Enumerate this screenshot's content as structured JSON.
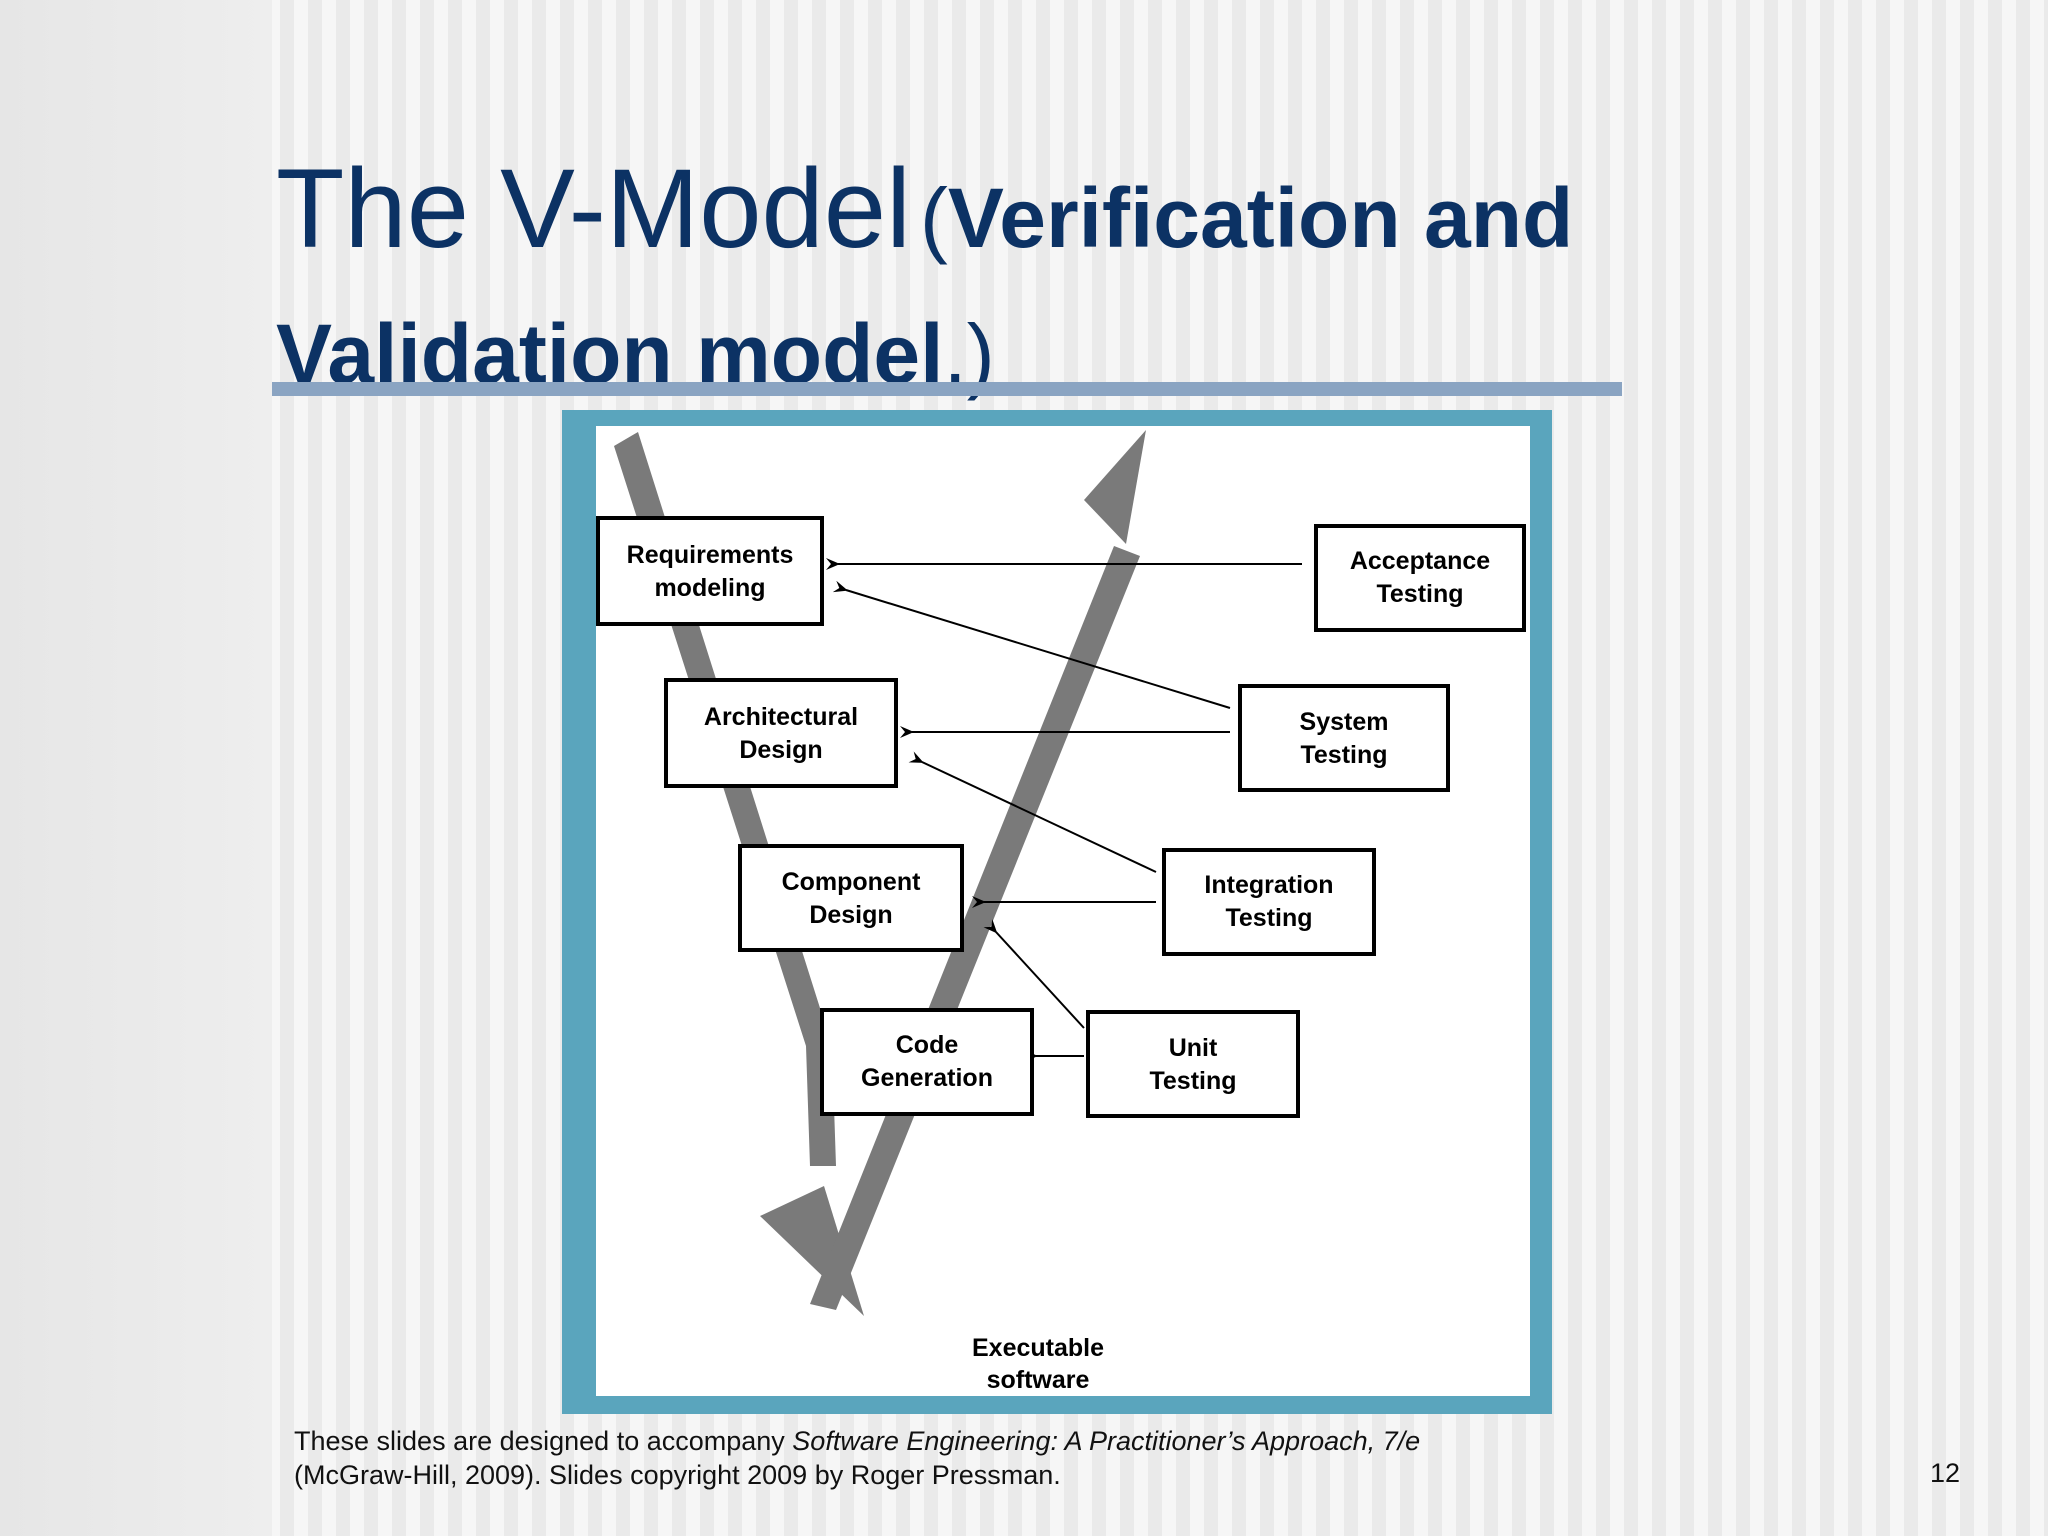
{
  "slide": {
    "title_main": "The V-Model",
    "title_open_paren": "(",
    "title_sub_line1": "Verification and",
    "title_sub_line2": "Validation model",
    "title_close": ".)",
    "page_number": "12"
  },
  "diagram": {
    "left_boxes": [
      {
        "line1": "Requirements",
        "line2": "modeling"
      },
      {
        "line1": "Architectural",
        "line2": "Design"
      },
      {
        "line1": "Component",
        "line2": "Design"
      },
      {
        "line1": "Code",
        "line2": "Generation"
      }
    ],
    "right_boxes": [
      {
        "line1": "Acceptance",
        "line2": "Testing"
      },
      {
        "line1": "System",
        "line2": "Testing"
      },
      {
        "line1": "Integration",
        "line2": "Testing"
      },
      {
        "line1": "Unit",
        "line2": "Testing"
      }
    ],
    "bottom_label_line1": "Executable",
    "bottom_label_line2": "software",
    "colors": {
      "frame": "#5aa5bd",
      "v_arrow": "#7a7a7a",
      "title": "#0c3264"
    }
  },
  "footer": {
    "line1_plain": "These slides are designed to accompany ",
    "line1_italic": "Software Engineering: A Practitioner’s Approach, 7/e",
    "line2": "(McGraw-Hill, 2009). Slides copyright 2009 by Roger Pressman."
  }
}
